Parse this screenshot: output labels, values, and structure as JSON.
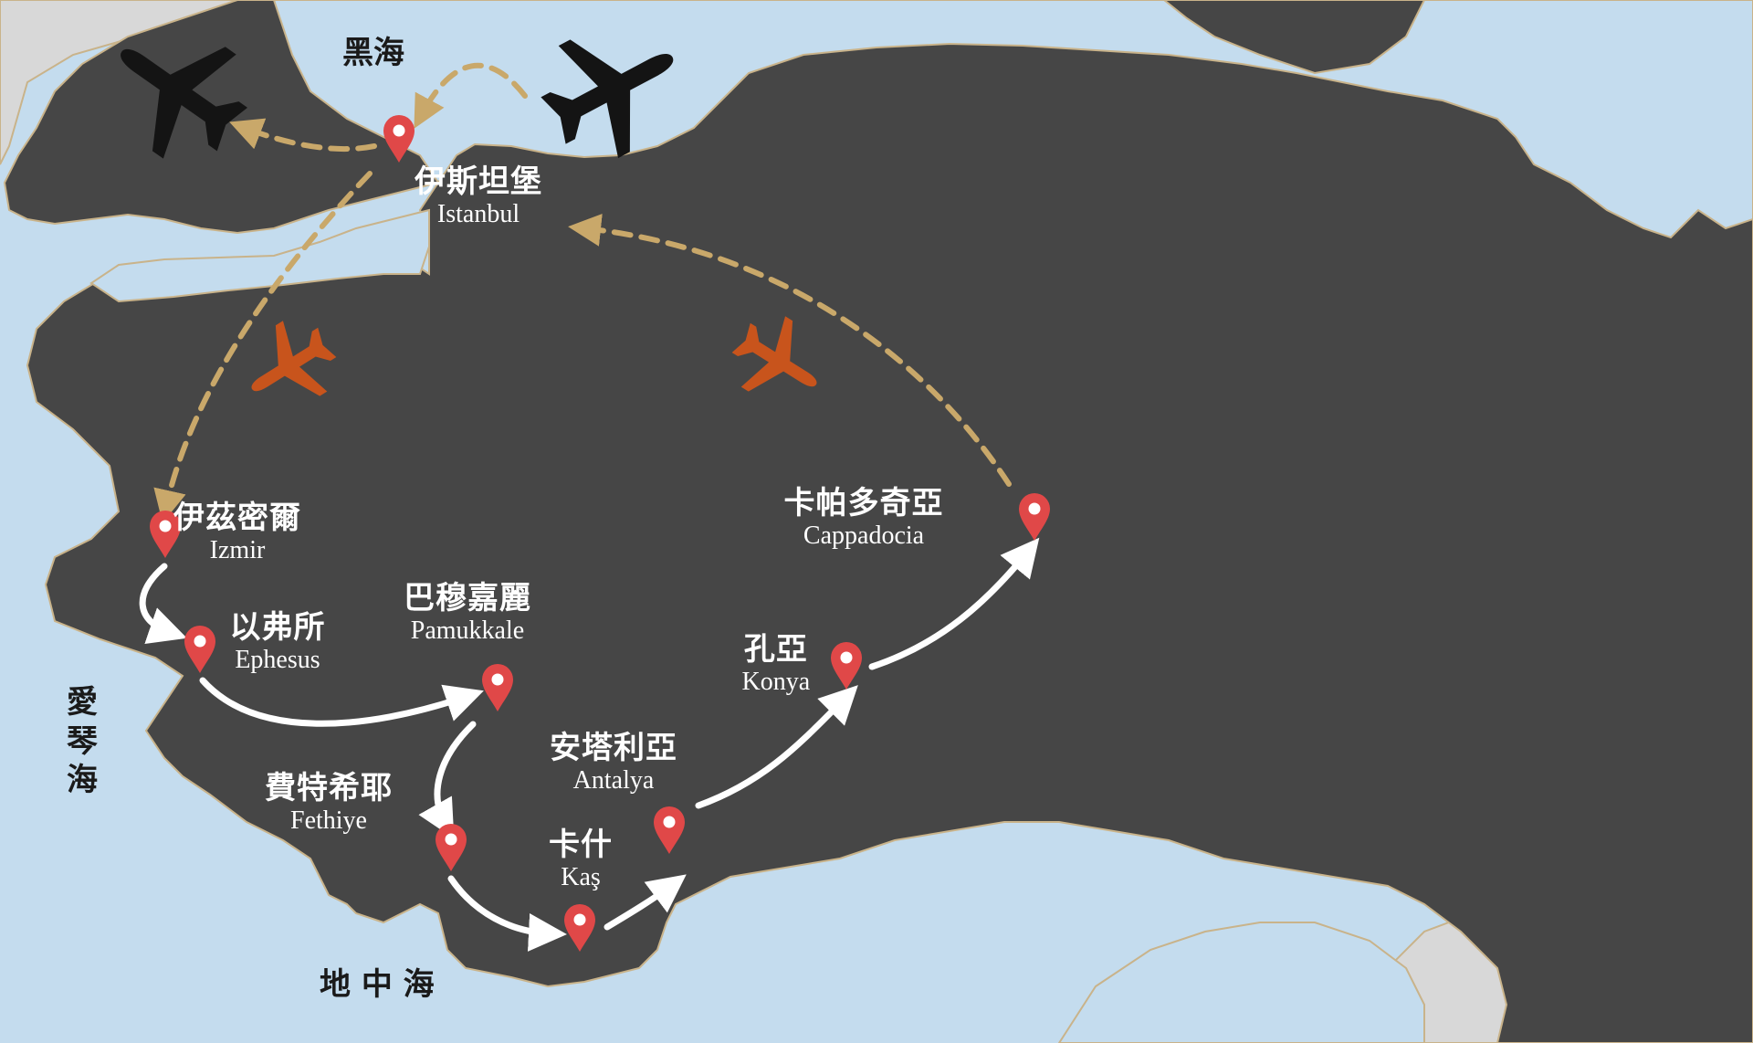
{
  "map": {
    "colors": {
      "sea": "#c4dcee",
      "land": "#464646",
      "neighbor_land": "#d8d8d8",
      "coast_line": "#c9b38a",
      "pin": "#e04848",
      "flight_route": "#c9a86a",
      "ground_route": "#ffffff",
      "plane_dark": "#141414",
      "plane_orange": "#c8541c"
    },
    "seas": {
      "black_sea": "黑海",
      "aegean_sea": "愛琴海",
      "mediterranean": "地 中 海"
    },
    "cities": [
      {
        "id": "istanbul",
        "zh": "伊斯坦堡",
        "en": "Istanbul"
      },
      {
        "id": "izmir",
        "zh": "伊茲密爾",
        "en": "Izmir"
      },
      {
        "id": "ephesus",
        "zh": "以弗所",
        "en": "Ephesus"
      },
      {
        "id": "pamukkale",
        "zh": "巴穆嘉麗",
        "en": "Pamukkale"
      },
      {
        "id": "fethiye",
        "zh": "費特希耶",
        "en": "Fethiye"
      },
      {
        "id": "kas",
        "zh": "卡什",
        "en": "Kaş"
      },
      {
        "id": "antalya",
        "zh": "安塔利亞",
        "en": "Antalya"
      },
      {
        "id": "konya",
        "zh": "孔亞",
        "en": "Konya"
      },
      {
        "id": "cappadocia",
        "zh": "卡帕多奇亞",
        "en": "Cappadocia"
      }
    ],
    "icons": [
      "airplane-icon",
      "map-pin-icon"
    ]
  }
}
